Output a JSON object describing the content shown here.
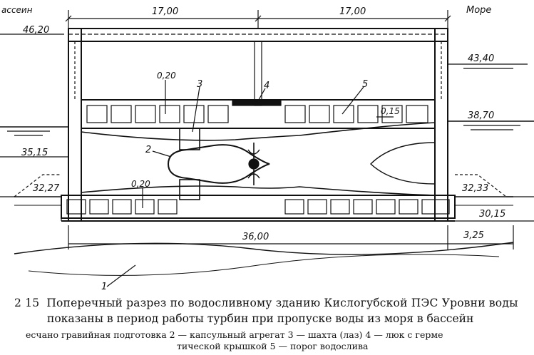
{
  "labels": {
    "left_side": "ассеин",
    "right_side": "Море",
    "dim_left": "17,00",
    "dim_right": "17,00",
    "dim_total": "36,00",
    "dim_right_small": "3,25",
    "level_4620": "46,20",
    "level_4340": "43,40",
    "level_3870": "38,70",
    "level_3515": "35,15",
    "level_3227": "32,27",
    "level_3233": "32,33",
    "level_3015": "30,15",
    "thick_020_top": "0,20",
    "thick_015": "0,15",
    "thick_020_bottom": "0,20",
    "callout_1": "1",
    "callout_2": "2",
    "callout_3": "3",
    "callout_4": "4",
    "callout_5": "5"
  },
  "caption": {
    "number": "2 15",
    "line1": "Поперечный разрез по водосливному зданию Кислогубской ПЭС Уровни воды",
    "line2": "показаны в период работы турбин при пропуске воды из моря в бассейн",
    "legend_line1": "есчано гравийная подготовка 2 — капсульный агрегат 3 — шахта (лаз) 4 — люк с герме",
    "legend_line2": "тической крышкой 5 — порог водослива"
  }
}
